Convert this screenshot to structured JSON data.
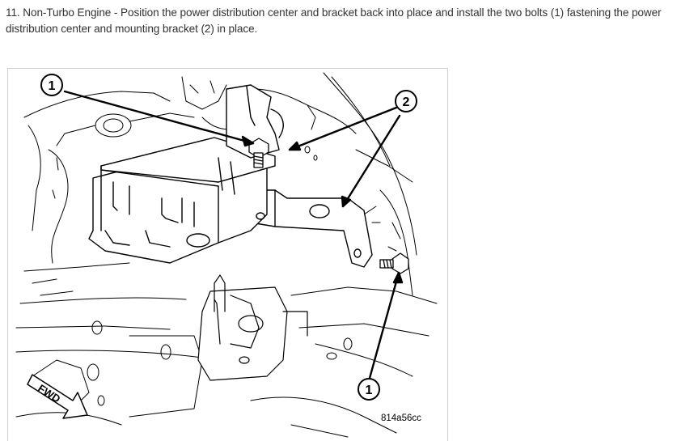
{
  "step": {
    "text": "11. Non-Turbo Engine - Position the power distribution center and bracket back into place and install the two bolts (1) fastening the power distribution center and mounting bracket (2) in place."
  },
  "figure": {
    "callouts": [
      "1",
      "2",
      "1"
    ],
    "fwd_label": "FWD",
    "code": "814a56cc"
  },
  "icons": {
    "fwd": "fwd-arrow-icon"
  },
  "colors": {
    "text": "#333333",
    "line": "#000000"
  }
}
